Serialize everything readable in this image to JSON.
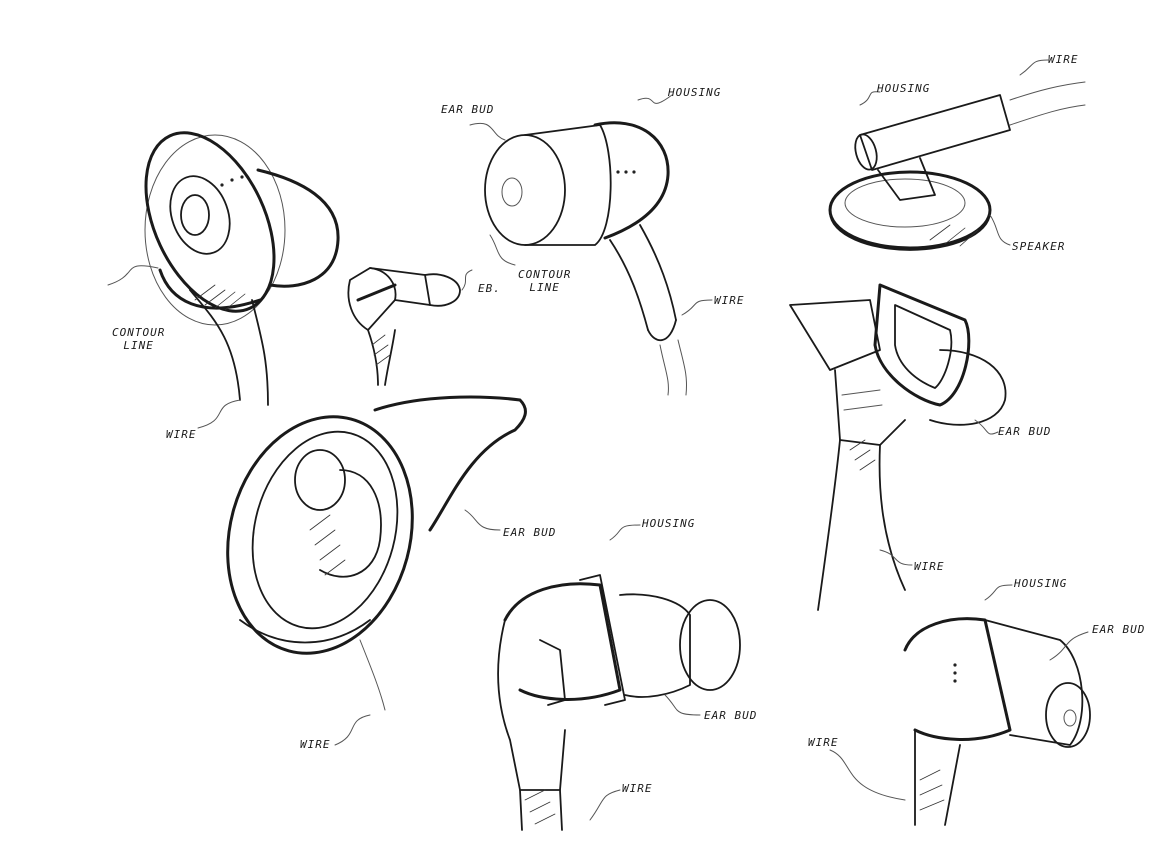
{
  "labels": {
    "s1_contour": "CONTOUR",
    "s1_line": "LINE",
    "s1_wire": "WIRE",
    "s2_eb": "EB.",
    "s3_earbud": "EAR BUD",
    "s3_housing": "HOUSING",
    "s3_contour": "CONTOUR",
    "s3_line": "LINE",
    "s3_wire": "WIRE",
    "s4_housing": "HOUSING",
    "s4_wire": "WIRE",
    "s4_speaker": "SPEAKER",
    "s5_earbud": "EAR BUD",
    "s5_wire": "WIRE",
    "s6_earbud": "EAR BUD",
    "s6_wire": "WIRE",
    "s7_housing": "HOUSING",
    "s7_earbud": "EAR BUD",
    "s7_wire": "WIRE",
    "s8_housing": "HOUSING",
    "s8_earbud": "EAR BUD",
    "s8_wire": "WIRE"
  },
  "colors": {
    "ink": "#1a1a1a",
    "paper": "#ffffff"
  }
}
